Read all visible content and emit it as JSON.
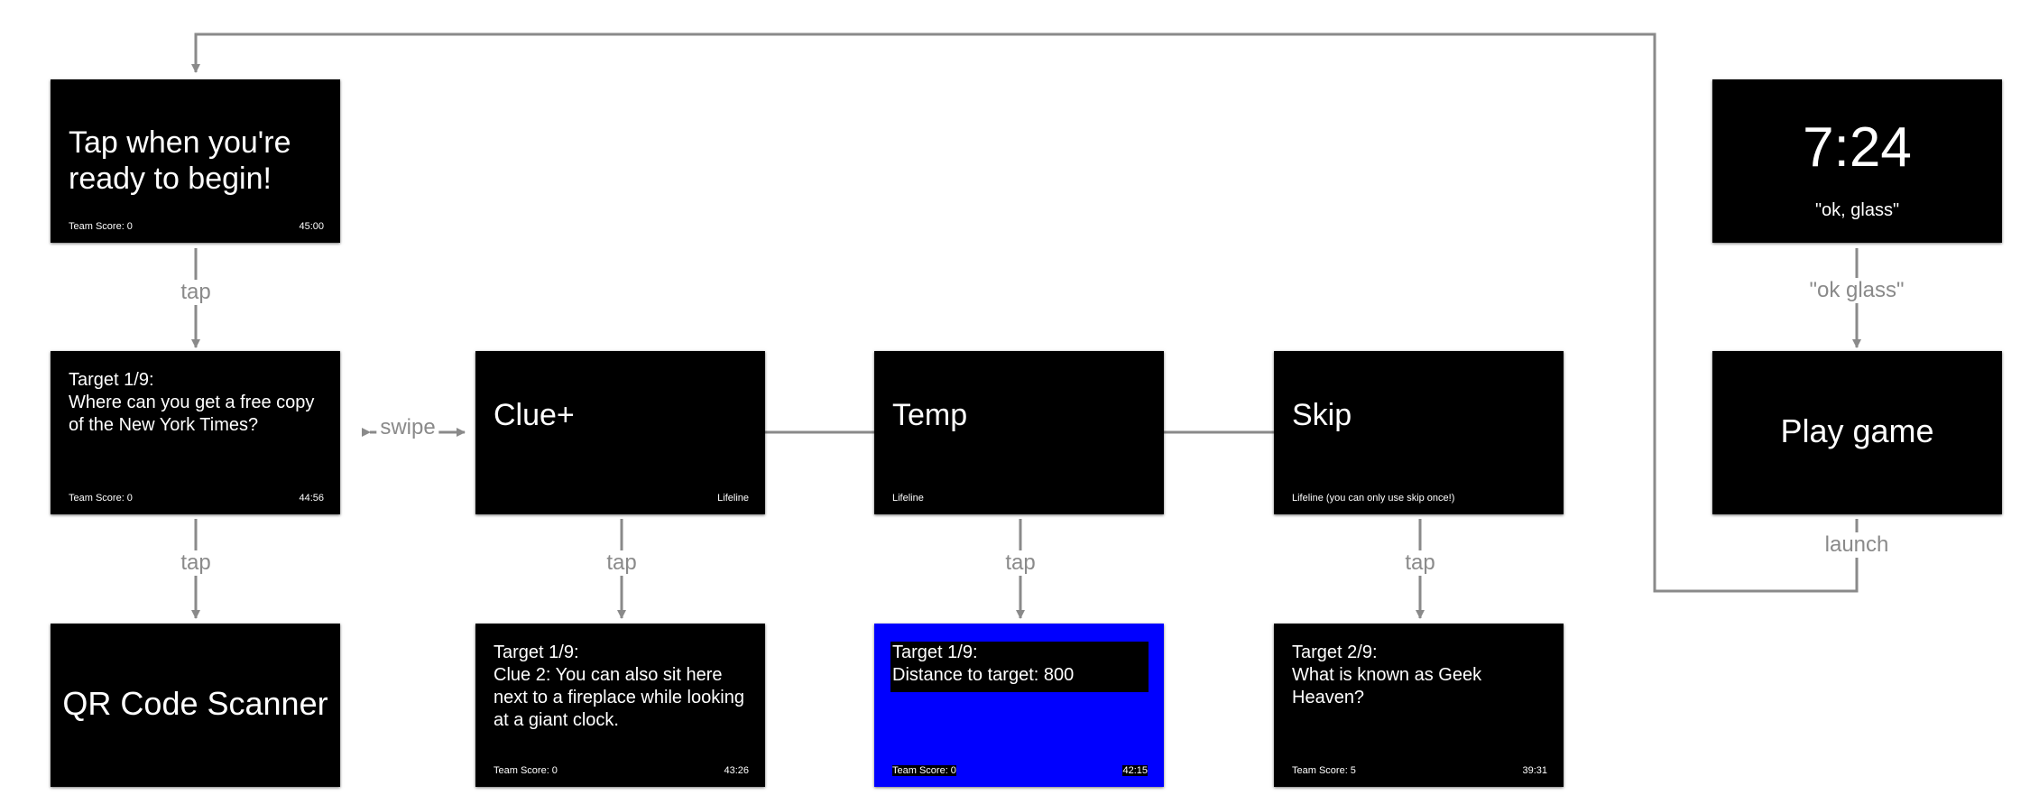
{
  "cards": {
    "start": {
      "title": "Tap when you're ready to begin!",
      "score": "Team Score: 0",
      "time": "45:00"
    },
    "target": {
      "line1": "Target 1/9:",
      "line2": "Where can you get a free copy of the New York Times?",
      "score": "Team Score: 0",
      "time": "44:56"
    },
    "clue": {
      "title": "Clue+",
      "footer": "Lifeline"
    },
    "temp": {
      "title": "Temp",
      "footer": "Lifeline"
    },
    "skip": {
      "title": "Skip",
      "footer": "Lifeline (you can only use skip once!)"
    },
    "clock": {
      "time": "7:24",
      "hint": "\"ok, glass\""
    },
    "play": {
      "title": "Play game"
    },
    "qr": {
      "title": "QR Code Scanner"
    },
    "clue_result": {
      "line1": "Target 1/9:",
      "line2": "Clue 2: You can also sit here next to a fireplace while looking at a giant clock.",
      "score": "Team Score: 0",
      "time": "43:26"
    },
    "temp_result": {
      "line1": "Target 1/9:",
      "line2": "Distance to target: 800",
      "score": "Team Score: 0",
      "time": "42:15"
    },
    "skip_result": {
      "line1": "Target 2/9:",
      "line2": "What is known as Geek Heaven?",
      "score": "Team Score: 5",
      "time": "39:31"
    }
  },
  "edges": {
    "tap_start": "tap",
    "swipe": "swipe",
    "tap_target": "tap",
    "tap_clue": "tap",
    "tap_temp": "tap",
    "tap_skip": "tap",
    "ok_glass": "\"ok glass\"",
    "launch": "launch"
  },
  "colors": {
    "card": "#000000",
    "highlight_card": "#0000ff",
    "edge": "#8a8a8a"
  }
}
